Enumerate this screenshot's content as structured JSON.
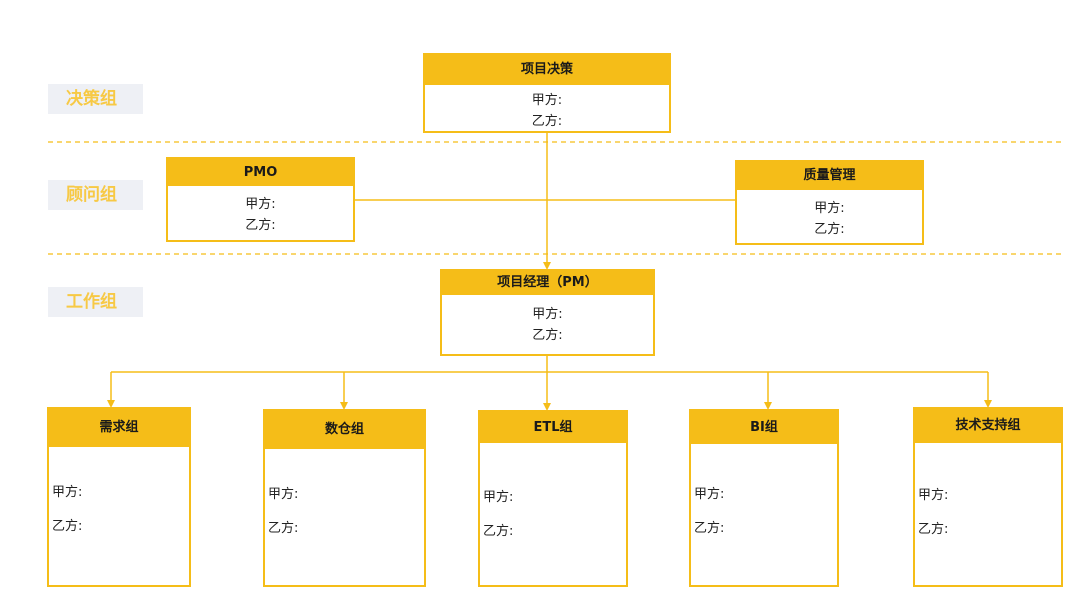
{
  "groups": {
    "decision": "决策组",
    "advisory": "顾问组",
    "working": "工作组"
  },
  "nodes": {
    "decision": {
      "title": "项目决策",
      "party_a": "甲方:",
      "party_b": "乙方:"
    },
    "pmo": {
      "title": "PMO",
      "party_a": "甲方:",
      "party_b": "乙方:"
    },
    "quality": {
      "title": "质量管理",
      "party_a": "甲方:",
      "party_b": "乙方:"
    },
    "pm": {
      "title": "项目经理（PM）",
      "party_a": "甲方:",
      "party_b": "乙方:"
    },
    "requirements": {
      "title": "需求组",
      "party_a": "甲方:",
      "party_b": "乙方:"
    },
    "data_warehouse": {
      "title": "数仓组",
      "party_a": "甲方:",
      "party_b": "乙方:"
    },
    "etl": {
      "title": "ETL组",
      "party_a": "甲方:",
      "party_b": "乙方:"
    },
    "bi": {
      "title": "BI组",
      "party_a": "甲方:",
      "party_b": "乙方:"
    },
    "tech_support": {
      "title": "技术支持组",
      "party_a": "甲方:",
      "party_b": "乙方:"
    }
  },
  "colors": {
    "accent": "#f5bd18",
    "label_text": "#f7c945",
    "label_bg": "#eef0f5",
    "divider": "#f5bd18"
  }
}
